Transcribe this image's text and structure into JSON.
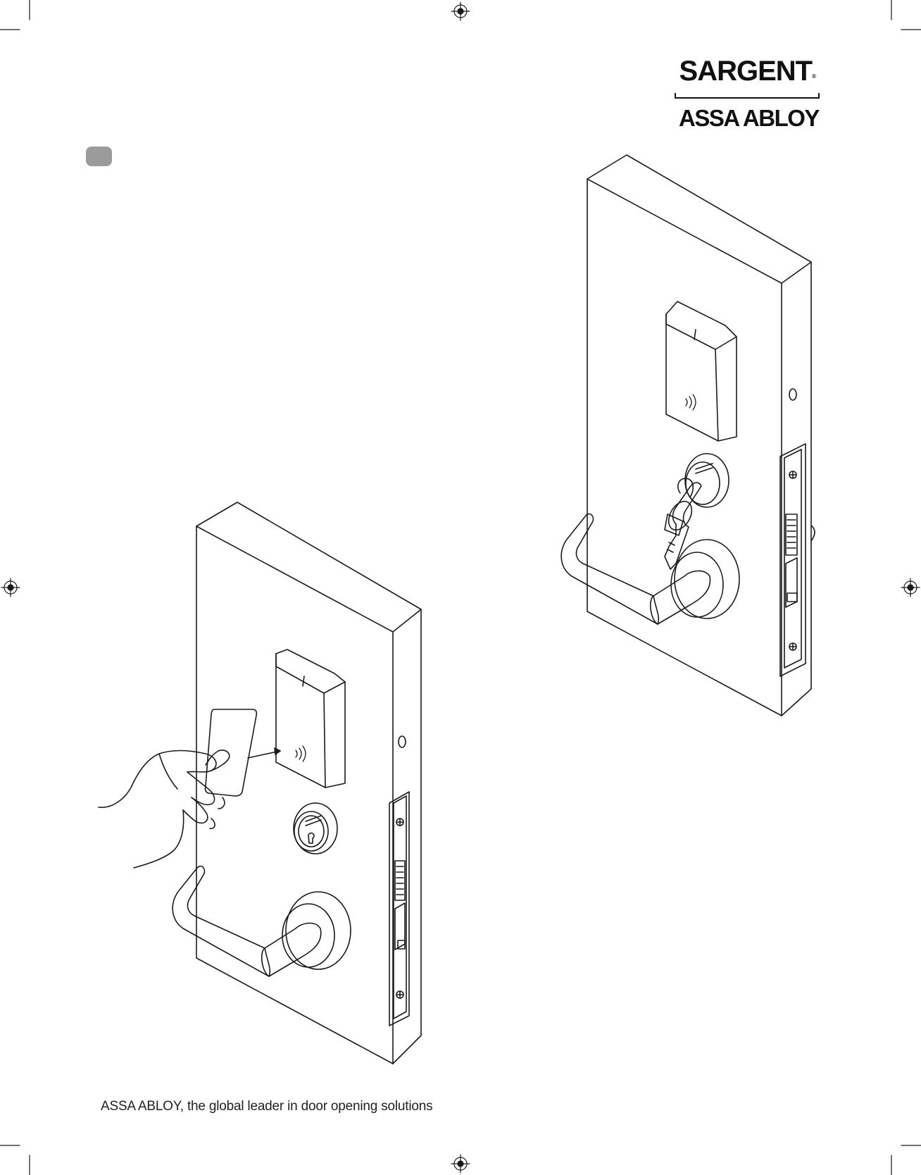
{
  "brand": {
    "name": "SARGENT",
    "registered": "®",
    "parent": "ASSA ABLOY"
  },
  "step_badge": {
    "label": ""
  },
  "footer": {
    "tagline": "ASSA ABLOY, the global leader in door opening solutions"
  },
  "illustrations": [
    {
      "name": "card-unlock-illustration"
    },
    {
      "name": "key-override-illustration"
    }
  ],
  "colors": {
    "line": "#1a1a1a",
    "badge": "#9b9b9b",
    "background": "#ffffff"
  }
}
